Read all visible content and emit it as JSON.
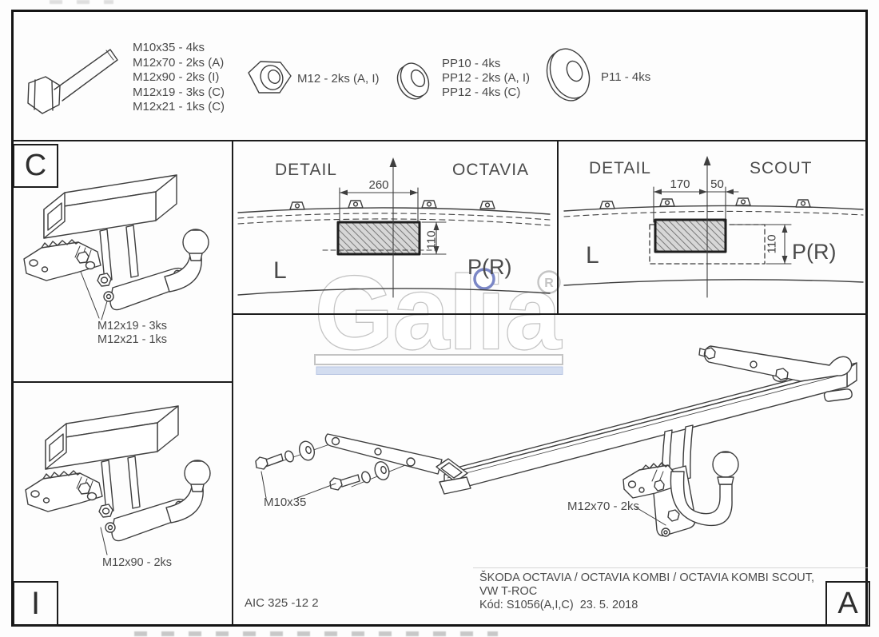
{
  "parts_box": {
    "bolt_labels": [
      "M10x35 - 4ks",
      "M12x70 - 2ks (A)",
      "M12x90 - 2ks (I)",
      "M12x19 - 3ks (C)",
      "M12x21 - 1ks (C)"
    ],
    "nut_label": "M12 - 2ks (A, I)",
    "small_washer_labels": [
      "PP10 - 4ks",
      "PP12 - 2ks (A, I)",
      "PP12 - 4ks (C)"
    ],
    "large_washer_label": "P11 - 4ks"
  },
  "panel_c": {
    "letter": "C",
    "labels": [
      "M12x19 - 3ks",
      "M12x21 - 1ks"
    ]
  },
  "panel_i": {
    "letter": "I",
    "label": "M12x90 - 2ks"
  },
  "detail_octavia": {
    "title": "DETAIL",
    "variant": "OCTAVIA",
    "width_mm": "260",
    "height_mm": "110",
    "left_marker": "L",
    "right_marker": "P(R)"
  },
  "detail_scout": {
    "title": "DETAIL",
    "variant": "SCOUT",
    "width_outer_mm": "170",
    "width_inner_mm": "50",
    "height_mm": "110",
    "left_marker": "L",
    "right_marker": "P(R)"
  },
  "main_drawing": {
    "label_left": "M10x35",
    "label_right": "M12x70 - 2ks"
  },
  "logo": {
    "name": "Galia",
    "registered_mark": "R"
  },
  "title_block": {
    "vehicles_line1": "ŠKODA OCTAVIA / OCTAVIA KOMBI / OCTAVIA KOMBI SCOUT,",
    "vehicles_line2": "VW T-ROC",
    "code_line": "Kód: S1056(A,I,C)  23. 5. 2018",
    "doc_number": "AIC 325 -12 2",
    "revision": "A"
  },
  "colors": {
    "line": "#3e3e3e",
    "border": "#141414",
    "logo_gray": "#c4c4c4",
    "logo_blue": "#7b87c6",
    "bar_blue": "#d3ddf0",
    "hatch_fill": "#d7d7d7"
  }
}
